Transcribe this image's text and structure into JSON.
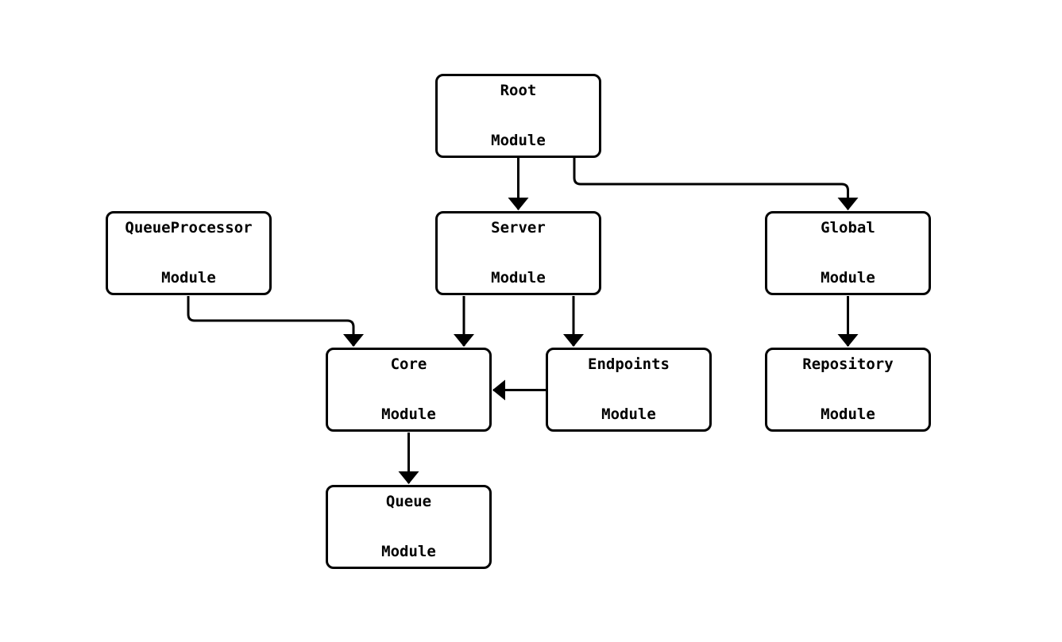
{
  "diagram": {
    "background_color": "#ffffff",
    "stroke_color": "#000000",
    "text_color": "#000000",
    "nodes": [
      {
        "id": "root",
        "label_lines": [
          "Root",
          "Module"
        ]
      },
      {
        "id": "queueprocessor",
        "label_lines": [
          "QueueProcessor",
          "Module"
        ]
      },
      {
        "id": "server",
        "label_lines": [
          "Server",
          "Module"
        ]
      },
      {
        "id": "global",
        "label_lines": [
          "Global",
          "Module"
        ]
      },
      {
        "id": "core",
        "label_lines": [
          "Core",
          "Module"
        ]
      },
      {
        "id": "endpoints",
        "label_lines": [
          "Endpoints",
          "Module"
        ]
      },
      {
        "id": "repository",
        "label_lines": [
          "Repository",
          "Module"
        ]
      },
      {
        "id": "queue",
        "label_lines": [
          "Queue",
          "Module"
        ]
      }
    ],
    "edges": [
      {
        "from": "root",
        "to": "server"
      },
      {
        "from": "root",
        "to": "global"
      },
      {
        "from": "queueprocessor",
        "to": "core"
      },
      {
        "from": "server",
        "to": "core"
      },
      {
        "from": "server",
        "to": "endpoints"
      },
      {
        "from": "global",
        "to": "repository"
      },
      {
        "from": "endpoints",
        "to": "core"
      },
      {
        "from": "core",
        "to": "queue"
      }
    ]
  }
}
